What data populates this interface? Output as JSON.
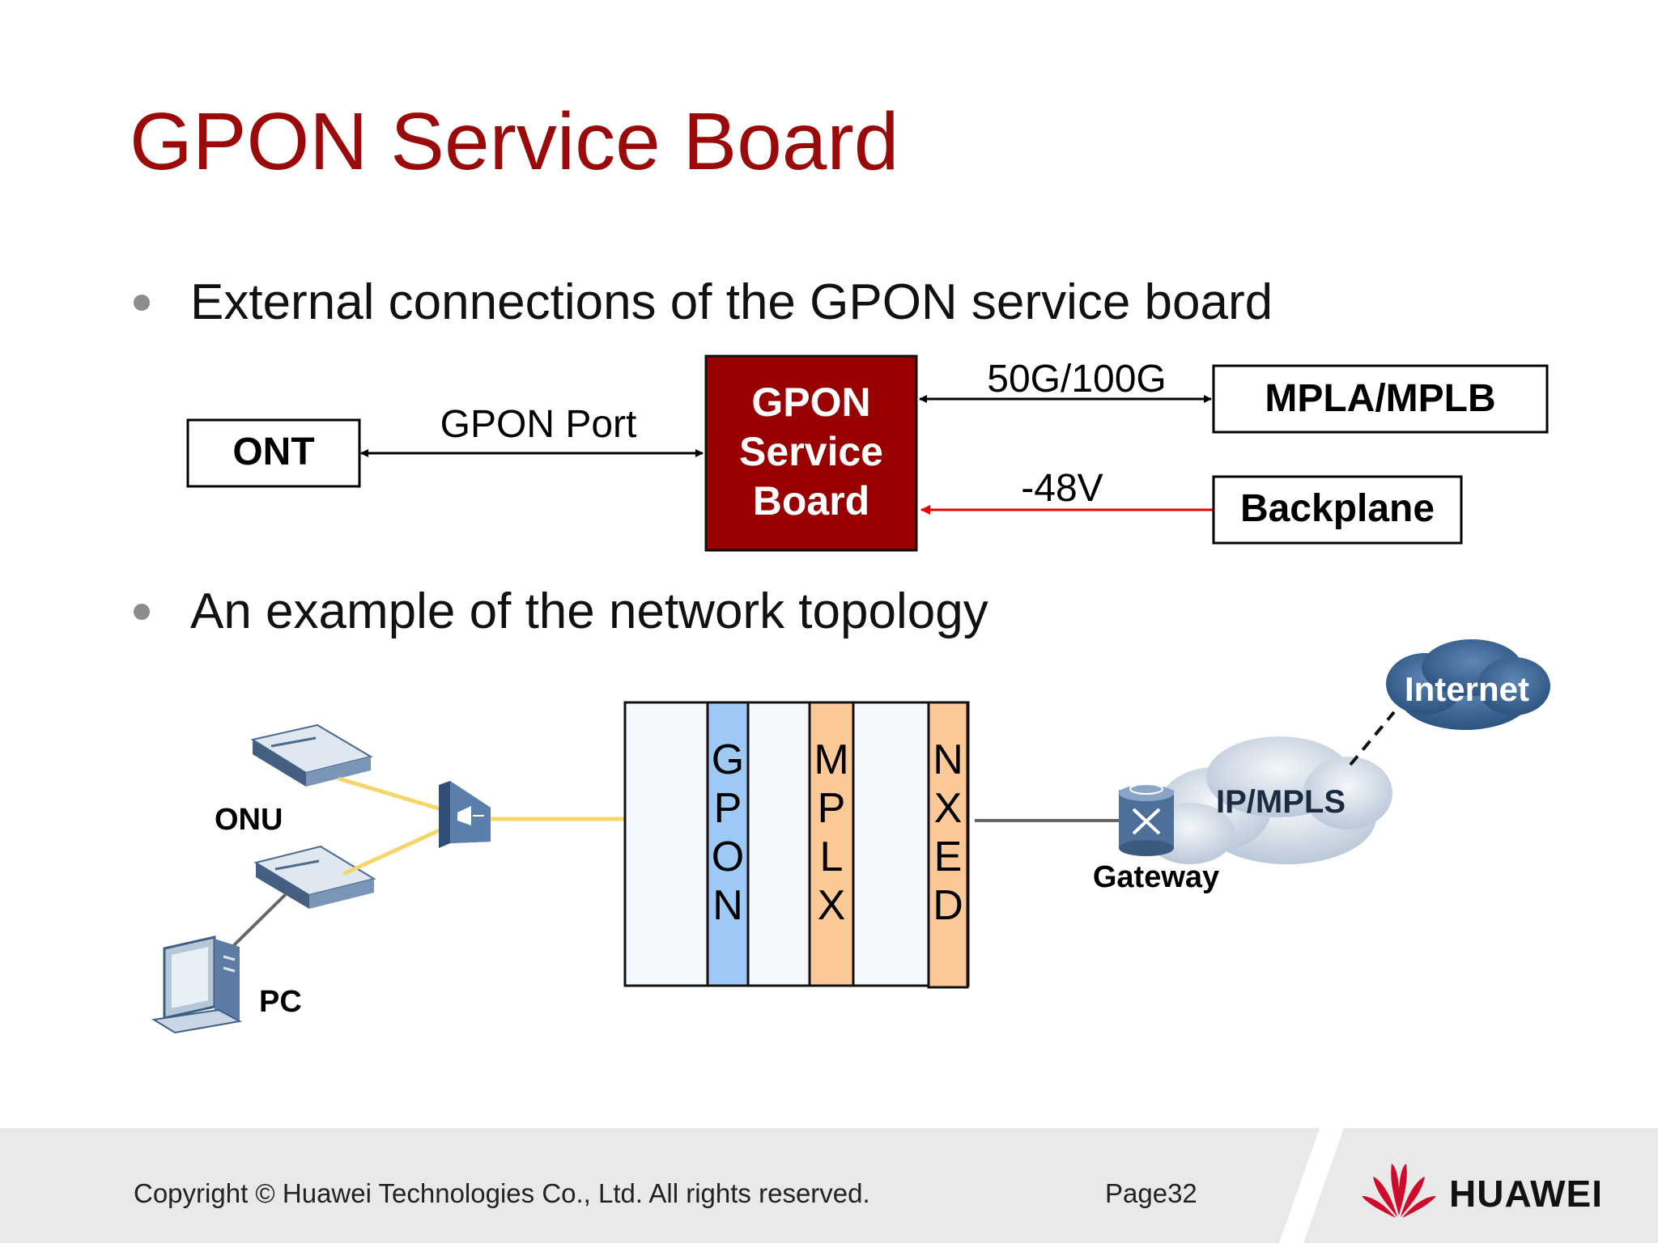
{
  "title": "GPON Service Board",
  "bullets": [
    "External connections of the GPON service board",
    "An example of the network topology"
  ],
  "connections": {
    "ont": "ONT",
    "gpon_port": "GPON Port",
    "board_lines": [
      "GPON",
      "Service",
      "Board"
    ],
    "bandwidth": "50G/100G",
    "mpla": "MPLA/MPLB",
    "voltage": "-48V",
    "backplane": "Backplane"
  },
  "topology": {
    "onu": "ONU",
    "pc": "PC",
    "slots": [
      {
        "letters": [
          "G",
          "P",
          "O",
          "N"
        ],
        "color": "#9ec9f5"
      },
      {
        "letters": [
          "M",
          "P",
          "L",
          "X"
        ],
        "color": "#fbc898"
      },
      {
        "letters": [
          "N",
          "X",
          "E",
          "D"
        ],
        "color": "#fbc898"
      }
    ],
    "gateway": "Gateway",
    "ipmpls": "IP/MPLS",
    "internet": "Internet"
  },
  "colors": {
    "title": "#9b0a0a",
    "board_fill": "#990000",
    "voltage_line": "#e60000",
    "fiber": "#f5d66a"
  },
  "footer": {
    "copyright": "Copyright © Huawei Technologies Co., Ltd. All rights reserved.",
    "page": "Page32",
    "brand": "HUAWEI"
  }
}
